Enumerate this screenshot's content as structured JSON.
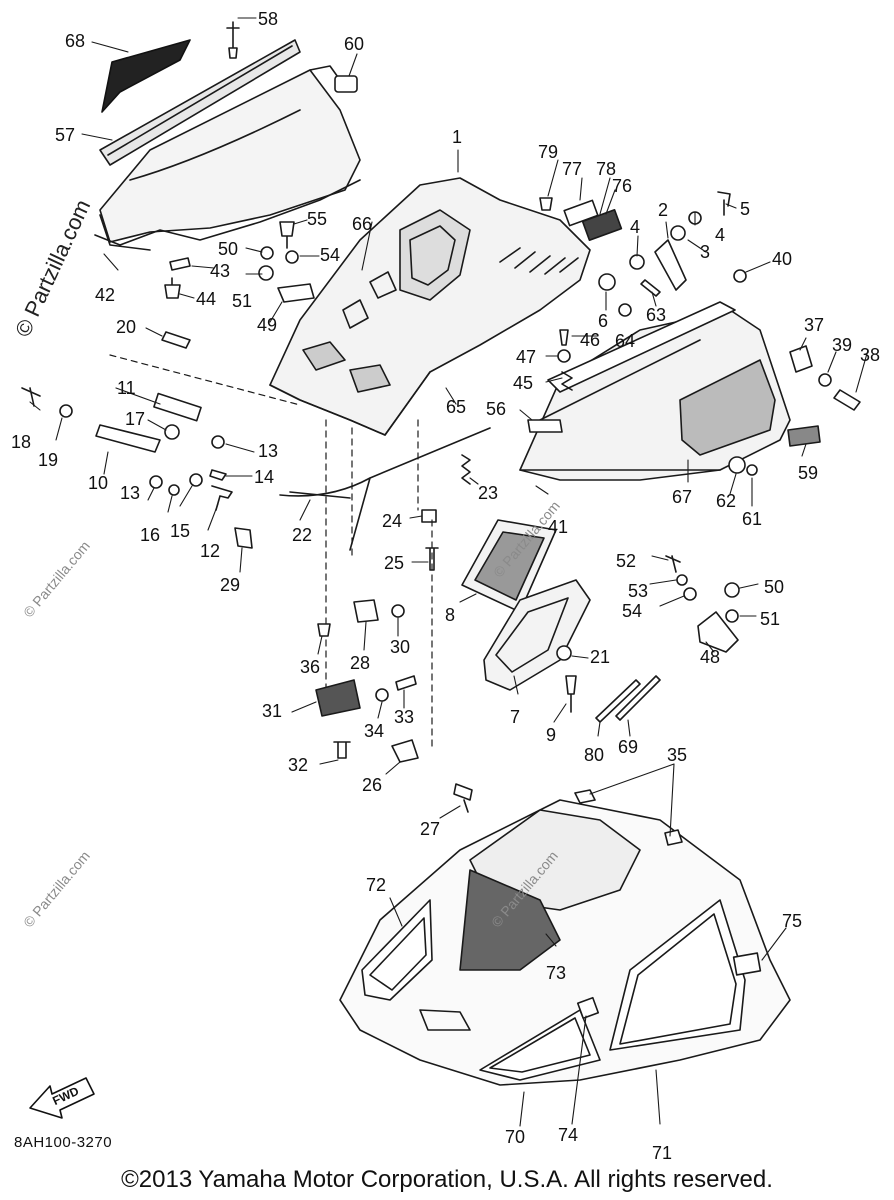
{
  "callouts": [
    {
      "id": "68",
      "text": "68"
    },
    {
      "id": "58",
      "text": "58"
    },
    {
      "id": "60",
      "text": "60"
    },
    {
      "id": "57",
      "text": "57"
    },
    {
      "id": "1",
      "text": "1"
    },
    {
      "id": "79",
      "text": "79"
    },
    {
      "id": "77",
      "text": "77"
    },
    {
      "id": "78",
      "text": "78"
    },
    {
      "id": "76",
      "text": "76"
    },
    {
      "id": "2",
      "text": "2"
    },
    {
      "id": "5",
      "text": "5"
    },
    {
      "id": "4a",
      "text": "4"
    },
    {
      "id": "4b",
      "text": "4"
    },
    {
      "id": "3",
      "text": "3"
    },
    {
      "id": "66",
      "text": "66"
    },
    {
      "id": "55",
      "text": "55"
    },
    {
      "id": "50a",
      "text": "50"
    },
    {
      "id": "54a",
      "text": "54"
    },
    {
      "id": "43",
      "text": "43"
    },
    {
      "id": "42",
      "text": "42"
    },
    {
      "id": "44",
      "text": "44"
    },
    {
      "id": "51a",
      "text": "51"
    },
    {
      "id": "49",
      "text": "49"
    },
    {
      "id": "40",
      "text": "40"
    },
    {
      "id": "6",
      "text": "6"
    },
    {
      "id": "63",
      "text": "63"
    },
    {
      "id": "64",
      "text": "64"
    },
    {
      "id": "46",
      "text": "46"
    },
    {
      "id": "47",
      "text": "47"
    },
    {
      "id": "20",
      "text": "20"
    },
    {
      "id": "37",
      "text": "37"
    },
    {
      "id": "39",
      "text": "39"
    },
    {
      "id": "38",
      "text": "38"
    },
    {
      "id": "45",
      "text": "45"
    },
    {
      "id": "11",
      "text": "11"
    },
    {
      "id": "65",
      "text": "65"
    },
    {
      "id": "56",
      "text": "56"
    },
    {
      "id": "18",
      "text": "18"
    },
    {
      "id": "19",
      "text": "19"
    },
    {
      "id": "17",
      "text": "17"
    },
    {
      "id": "13a",
      "text": "13"
    },
    {
      "id": "10",
      "text": "10"
    },
    {
      "id": "14",
      "text": "14"
    },
    {
      "id": "13b",
      "text": "13"
    },
    {
      "id": "16",
      "text": "16"
    },
    {
      "id": "15",
      "text": "15"
    },
    {
      "id": "12",
      "text": "12"
    },
    {
      "id": "22",
      "text": "22"
    },
    {
      "id": "23",
      "text": "23"
    },
    {
      "id": "24",
      "text": "24"
    },
    {
      "id": "41",
      "text": "41"
    },
    {
      "id": "67",
      "text": "67"
    },
    {
      "id": "62",
      "text": "62"
    },
    {
      "id": "61",
      "text": "61"
    },
    {
      "id": "59",
      "text": "59"
    },
    {
      "id": "29",
      "text": "29"
    },
    {
      "id": "25",
      "text": "25"
    },
    {
      "id": "8",
      "text": "8"
    },
    {
      "id": "52",
      "text": "52"
    },
    {
      "id": "53",
      "text": "53"
    },
    {
      "id": "50b",
      "text": "50"
    },
    {
      "id": "54b",
      "text": "54"
    },
    {
      "id": "51b",
      "text": "51"
    },
    {
      "id": "36",
      "text": "36"
    },
    {
      "id": "28",
      "text": "28"
    },
    {
      "id": "30",
      "text": "30"
    },
    {
      "id": "21",
      "text": "21"
    },
    {
      "id": "48",
      "text": "48"
    },
    {
      "id": "31",
      "text": "31"
    },
    {
      "id": "34",
      "text": "34"
    },
    {
      "id": "33",
      "text": "33"
    },
    {
      "id": "7",
      "text": "7"
    },
    {
      "id": "9",
      "text": "9"
    },
    {
      "id": "80",
      "text": "80"
    },
    {
      "id": "69",
      "text": "69"
    },
    {
      "id": "32",
      "text": "32"
    },
    {
      "id": "26",
      "text": "26"
    },
    {
      "id": "35",
      "text": "35"
    },
    {
      "id": "27",
      "text": "27"
    },
    {
      "id": "72",
      "text": "72"
    },
    {
      "id": "75",
      "text": "75"
    },
    {
      "id": "73",
      "text": "73"
    },
    {
      "id": "70",
      "text": "70"
    },
    {
      "id": "74",
      "text": "74"
    },
    {
      "id": "71",
      "text": "71"
    }
  ],
  "watermarks": [
    {
      "id": "wm1",
      "text": "© Partzilla.com"
    },
    {
      "id": "wm2",
      "text": "© Partzilla.com"
    },
    {
      "id": "wm3",
      "text": "© Partzilla.com"
    },
    {
      "id": "wm4",
      "text": "© Partzilla.com"
    },
    {
      "id": "wm5",
      "text": "© Partzilla.com"
    }
  ],
  "fwd_label": "FWD",
  "part_code": "8AH100-3270",
  "copyright": "©2013 Yamaha Motor Corporation, U.S.A. All rights reserved."
}
